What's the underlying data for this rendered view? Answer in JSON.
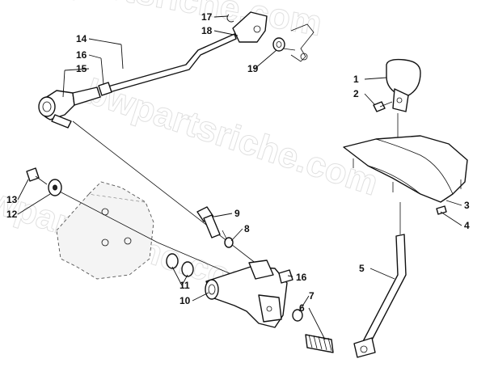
{
  "watermark": "bwpartsriche.com",
  "callouts": [
    {
      "id": "1",
      "label": "1"
    },
    {
      "id": "2",
      "label": "2"
    },
    {
      "id": "3",
      "label": "3"
    },
    {
      "id": "4",
      "label": "4"
    },
    {
      "id": "5",
      "label": "5"
    },
    {
      "id": "6",
      "label": "6"
    },
    {
      "id": "7",
      "label": "7"
    },
    {
      "id": "8",
      "label": "8"
    },
    {
      "id": "9",
      "label": "9"
    },
    {
      "id": "10",
      "label": "10"
    },
    {
      "id": "11",
      "label": "11"
    },
    {
      "id": "12",
      "label": "12"
    },
    {
      "id": "13",
      "label": "13"
    },
    {
      "id": "14",
      "label": "14"
    },
    {
      "id": "15",
      "label": "15"
    },
    {
      "id": "16a",
      "label": "16"
    },
    {
      "id": "16b",
      "label": "16"
    },
    {
      "id": "17",
      "label": "17"
    },
    {
      "id": "18",
      "label": "18"
    },
    {
      "id": "19",
      "label": "19"
    }
  ]
}
